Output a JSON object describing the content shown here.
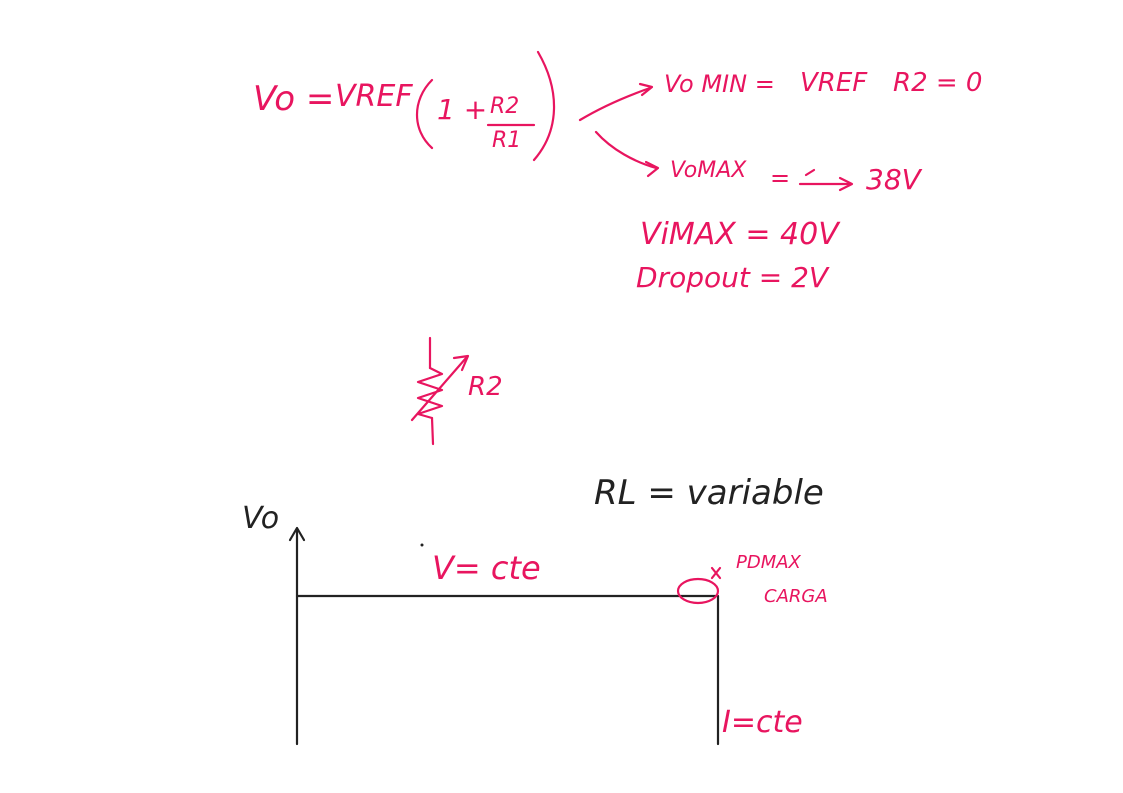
{
  "colors": {
    "paper": "#ffffff",
    "pink_ink": "#e8155f",
    "dark_ink": "#222222"
  },
  "formula": {
    "lhs": "Vo =",
    "vref": "VREF",
    "one_plus": "1 +",
    "numerator": "R2",
    "denominator": "R1"
  },
  "branches": {
    "min_label": "Vo MIN =",
    "min_value": "VREF",
    "min_condition": "R2 = 0",
    "max_label": "VoMAX",
    "max_value": "38V"
  },
  "limits": {
    "vimax": "ViMAX = 40V",
    "dropout": "Dropout = 2V"
  },
  "potentiometer": {
    "label": "R2"
  },
  "graph": {
    "load_note": "RL = variable",
    "y_axis_label": "Vo",
    "voltage_region": "V= cte",
    "current_region": "I=cte",
    "knee_note_line1": "PDMAX",
    "knee_note_line2": "CARGA"
  }
}
